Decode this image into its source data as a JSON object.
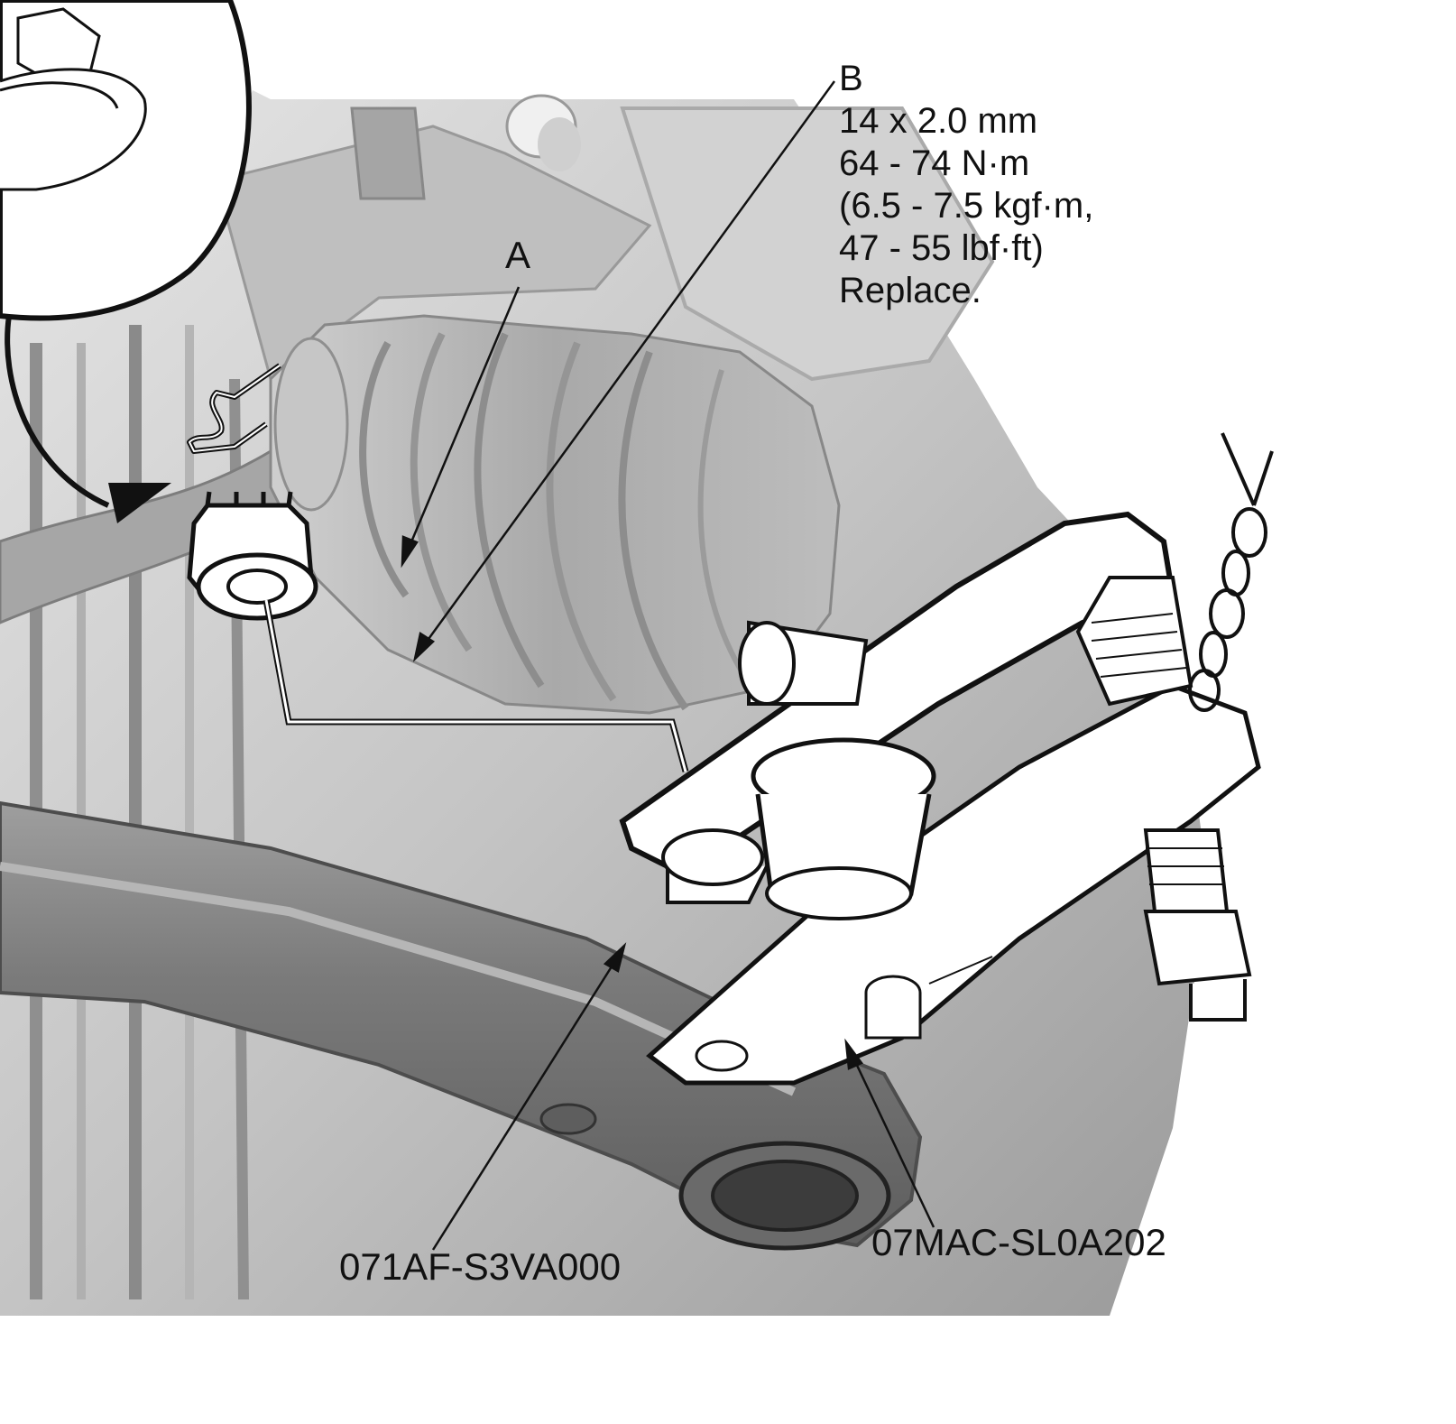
{
  "callouts": {
    "a": {
      "label": "A"
    },
    "b": {
      "label": "B",
      "lines": [
        "14 x 2.0 mm",
        "64 - 74 N·m",
        "(6.5 - 7.5 kgf·m,",
        "47 - 55 lbf·ft)",
        "Replace."
      ]
    }
  },
  "tools": {
    "left": "071AF-S3VA000",
    "right": "07MAC-SL0A202"
  },
  "colors": {
    "outline": "#111111",
    "part_light": "#d9d9d9",
    "part_mid": "#b3b3b3",
    "part_dark": "#7d7d7d",
    "tool_fill": "#ffffff"
  }
}
